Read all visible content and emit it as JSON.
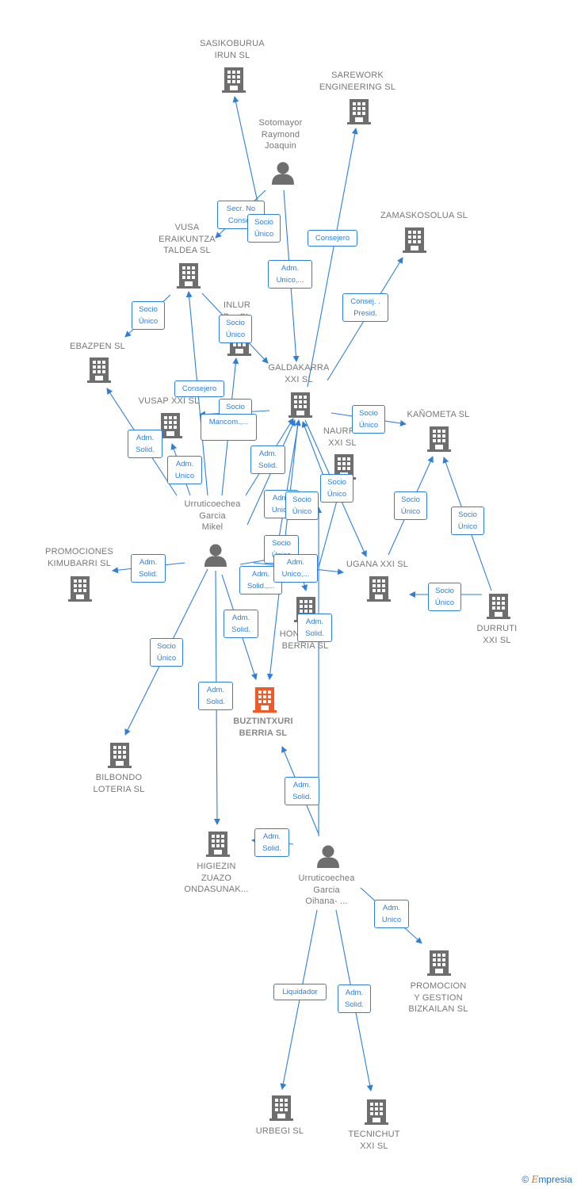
{
  "colors": {
    "edge": "#2f7fd9",
    "company": "#6e6e6e",
    "focus": "#f05a28",
    "person": "#6e6e6e"
  },
  "nodes": [
    {
      "id": "sasikoburua",
      "label": "SASIKOBURUA\nIRUN  SL",
      "kind": "company"
    },
    {
      "id": "sarework",
      "label": "SAREWORK\nENGINEERING SL",
      "kind": "company"
    },
    {
      "id": "sotomayor",
      "label": "Sotomayor\nRaymond\nJoaquin",
      "kind": "person"
    },
    {
      "id": "zamaskosolua",
      "label": "ZAMASKOSOLUA SL",
      "kind": "company"
    },
    {
      "id": "vusa",
      "label": "VUSA\nERAIKUNTZA\nTALDEA  SL",
      "kind": "company"
    },
    {
      "id": "inlur",
      "label": "INLUR\nB...  SL",
      "kind": "company"
    },
    {
      "id": "ebazpen",
      "label": "EBAZPEN SL",
      "kind": "company"
    },
    {
      "id": "galdakarra",
      "label": "GALDAKARRA\nXXI  SL",
      "kind": "company"
    },
    {
      "id": "vusap",
      "label": "VUSAP XXI  SL",
      "kind": "company"
    },
    {
      "id": "kanometa",
      "label": "KAÑOMETA  SL",
      "kind": "company"
    },
    {
      "id": "naurru",
      "label": "NAURRU\nXXI  SL",
      "kind": "company"
    },
    {
      "id": "mikel",
      "label": "Urruticoechea\nGarcia\nMikel",
      "kind": "person"
    },
    {
      "id": "promociones",
      "label": "PROMOCIONES\nKIMUBARRI  SL",
      "kind": "company"
    },
    {
      "id": "ugana",
      "label": "UGANA XXI  SL",
      "kind": "company"
    },
    {
      "id": "durruti",
      "label": "DURRUTI\nXXI  SL",
      "kind": "company"
    },
    {
      "id": "hondarra",
      "label": "HONDARRA\nBERRIA  SL",
      "kind": "company"
    },
    {
      "id": "buztintxuri",
      "label": "BUZTINTXURI\nBERRIA  SL",
      "kind": "focus"
    },
    {
      "id": "bilbondo",
      "label": "BILBONDO\nLOTERIA  SL",
      "kind": "company"
    },
    {
      "id": "higiezin",
      "label": "HIGIEZIN\nZUAZO\nONDASUNAK...",
      "kind": "company"
    },
    {
      "id": "oihana",
      "label": "Urruticoechea\nGarcia\nOihana- ...",
      "kind": "person"
    },
    {
      "id": "promocion_gestion",
      "label": "PROMOCION\nY GESTION\nBIZKAILAN SL",
      "kind": "company"
    },
    {
      "id": "urbegi",
      "label": "URBEGI SL",
      "kind": "company"
    },
    {
      "id": "tecnichut",
      "label": "TECNICHUT\nXXI SL",
      "kind": "company"
    }
  ],
  "edges": [
    {
      "id": "e1",
      "label": "Secr.  No\nConsej."
    },
    {
      "id": "e2",
      "label": "Socio\nÚnico"
    },
    {
      "id": "e3",
      "label": "Consejero"
    },
    {
      "id": "e4",
      "label": "Adm.\nUnico,..."
    },
    {
      "id": "e5",
      "label": "Consej. .\nPresid."
    },
    {
      "id": "e6",
      "label": "Socio\nÚnico"
    },
    {
      "id": "e7",
      "label": "Socio\nÚnico"
    },
    {
      "id": "e8",
      "label": "Consejero"
    },
    {
      "id": "e9",
      "label": "Socio\nÚnico"
    },
    {
      "id": "e10",
      "label": "Mancom.,..."
    },
    {
      "id": "e11",
      "label": "Adm.\nSolid."
    },
    {
      "id": "e12",
      "label": "Adm.\nUnico"
    },
    {
      "id": "e13",
      "label": "Adm.\nSolid."
    },
    {
      "id": "e14",
      "label": "Socio\nÚnico"
    },
    {
      "id": "e15",
      "label": "Adm.\nUnico"
    },
    {
      "id": "e16",
      "label": "Socio\nÚnico"
    },
    {
      "id": "e17",
      "label": "Socio\nÚnico"
    },
    {
      "id": "e18",
      "label": "Socio\nÚnico"
    },
    {
      "id": "e19",
      "label": "Socio\nÚnico"
    },
    {
      "id": "e20",
      "label": "Adm.\nSolid."
    },
    {
      "id": "e21",
      "label": "Socio\nÚnico"
    },
    {
      "id": "e22",
      "label": "Adm.\nSolid.,..."
    },
    {
      "id": "e23",
      "label": "Adm.\nUnico,..."
    },
    {
      "id": "e24",
      "label": "Socio\nÚnico"
    },
    {
      "id": "e25",
      "label": "Adm.\nSolid."
    },
    {
      "id": "e26",
      "label": "Adm.\nSolid."
    },
    {
      "id": "e27",
      "label": "Socio\nÚnico"
    },
    {
      "id": "e28",
      "label": "Adm.\nSolid."
    },
    {
      "id": "e29",
      "label": "Adm.\nSolid."
    },
    {
      "id": "e30",
      "label": "Adm.\nSolid."
    },
    {
      "id": "e31",
      "label": "Adm.\nUnico"
    },
    {
      "id": "e32",
      "label": "Liquidador"
    },
    {
      "id": "e33",
      "label": "Adm.\nSolid."
    }
  ],
  "brand": {
    "copyright": "©",
    "first_letter": "E",
    "rest": "mpresia"
  }
}
